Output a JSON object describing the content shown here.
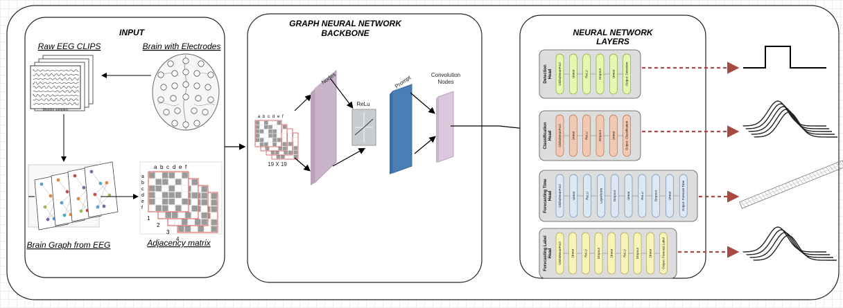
{
  "sections": {
    "input": {
      "title": "INPUT"
    },
    "backbone": {
      "title_line1": "GRAPH NEURAL NETWORK",
      "title_line2": "BACKBONE"
    },
    "layers": {
      "title_line1": "NEURAL NETWORK",
      "title_line2": "LAYERS"
    }
  },
  "input": {
    "raw_eeg": "Raw EEG CLIPS",
    "brain_electrodes": "Brain with Electrodes",
    "brain_graph": "Brain Graph from EEG",
    "adjacency": "Adjacency matrix",
    "matrix_cols": [
      "a",
      "b",
      "c",
      "d",
      "e",
      "f"
    ],
    "matrix_rows": [
      "a",
      "b",
      "c",
      "d",
      "e",
      "f"
    ],
    "matrix_index": [
      "1",
      "2",
      "3",
      "4"
    ],
    "eeg_footer": "Montior samples"
  },
  "backbone": {
    "matrix_size": "19 X 19",
    "nodes_label": "Nodes",
    "relu_label": "ReLu",
    "prompt_label": "Prompt",
    "conv_label_line1": "Convolution",
    "conv_label_line2": "Nodes"
  },
  "heads": [
    {
      "title": "Detection Head",
      "color": "#e6f7b0",
      "stroke": "#8aa83a",
      "layers": [
        "GlobalMeanPool",
        "Linear",
        "ReLU",
        "Dropout",
        "Linear",
        "Output: Detection"
      ]
    },
    {
      "title": "Classification Head",
      "color": "#f2c9b3",
      "stroke": "#b6714e",
      "layers": [
        "GlobalMeanPool",
        "Linear",
        "ReLU",
        "Dropout",
        "Linear",
        "Output: Classification"
      ]
    },
    {
      "title": "Forecasting Time Head",
      "color": "#dde8f5",
      "stroke": "#6e8fb3",
      "layers": [
        "GlobalMeanPool",
        "Linear",
        "ReLU",
        "LayerNorm",
        "Dropout",
        "Linear",
        "ReLU",
        "Dropout",
        "Linear",
        "Output: Forecast Time"
      ]
    },
    {
      "title": "Forecasting Label Head",
      "color": "#f8f3b8",
      "stroke": "#b0a347",
      "layers": [
        "GlobalMeanPool",
        "Linear",
        "ReLU",
        "Dropout",
        "Linear",
        "ReLU",
        "Dropout",
        "Linear",
        "Output: Forecast Label"
      ]
    }
  ],
  "colors": {
    "arrow_dashed": "#a84a42",
    "prompt_blue": "#4a7fb5",
    "nodes_purple": "#dcc8dc"
  }
}
